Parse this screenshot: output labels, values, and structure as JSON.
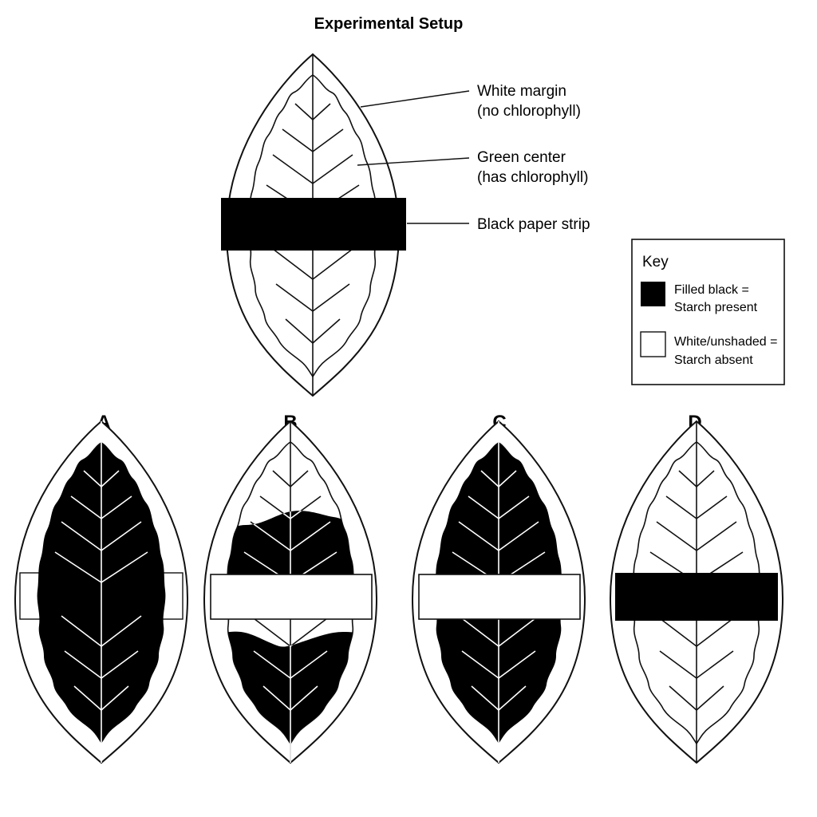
{
  "title": "Experimental Setup",
  "colors": {
    "ink": "#111111",
    "paper": "#ffffff"
  },
  "setup": {
    "callouts": [
      {
        "line1": "White margin",
        "line2": "(no chlorophyll)"
      },
      {
        "line1": "Green center",
        "line2": "(has chlorophyll)"
      },
      {
        "line1": "Black paper strip",
        "line2": ""
      }
    ]
  },
  "key": {
    "title": "Key",
    "items": [
      {
        "swatch": "filled",
        "line1": "Filled black =",
        "line2": "Starch present"
      },
      {
        "swatch": "empty",
        "line1": "White/unshaded =",
        "line2": "Starch absent"
      }
    ]
  },
  "options": [
    {
      "label": "A",
      "center_starch": "full",
      "strip": "white-outline"
    },
    {
      "label": "B",
      "center_starch": "partial",
      "strip": "white"
    },
    {
      "label": "C",
      "center_starch": "full",
      "strip": "white"
    },
    {
      "label": "D",
      "center_starch": "none",
      "strip": "black"
    }
  ]
}
